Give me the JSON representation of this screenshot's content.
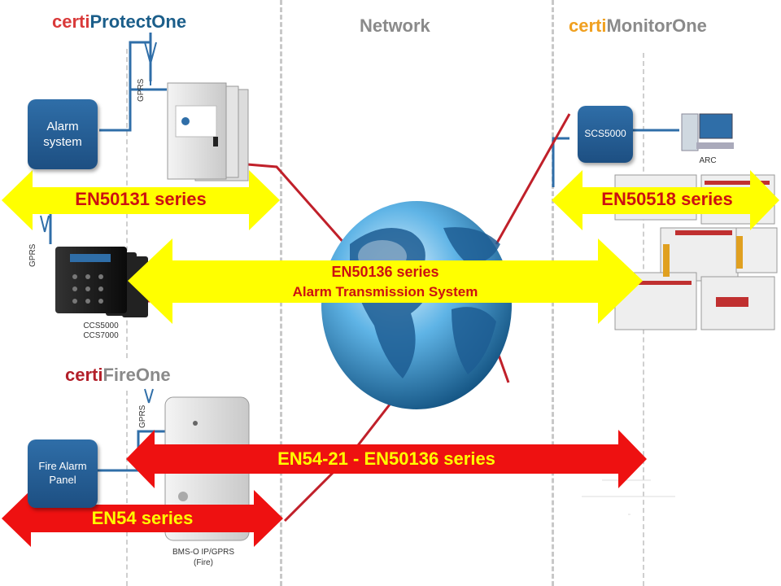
{
  "headings": {
    "protect_prefix": "certi",
    "protect_suffix": "ProtectOne",
    "network": "Network",
    "monitor_prefix": "certi",
    "monitor_suffix": "MonitorOne",
    "fire_prefix": "certi",
    "fire_suffix": "FireOne"
  },
  "devices": {
    "alarm_system": "Alarm\nsystem",
    "fire_alarm_panel": "Fire Alarm\nPanel",
    "scs5000": "SCS5000",
    "arc": "ARC",
    "ccs_line1": "CCS5000",
    "ccs_line2": "CCS7000",
    "bms_line1": "BMS-O IP/GPRS",
    "bms_line2": "(Fire)",
    "gprs": "GPRS"
  },
  "arrows": {
    "en50131": "EN50131 series",
    "en50518": "EN50518 series",
    "en50136_line1": "EN50136 series",
    "en50136_line2": "Alarm Transmission System",
    "en54_21": "EN54-21 - EN50136 series",
    "en54": "EN54 series"
  },
  "colors": {
    "yellow": "#ffff00",
    "red": "#ee1111",
    "box_blue": "#2a65a0",
    "cable_red": "#c0202a"
  }
}
